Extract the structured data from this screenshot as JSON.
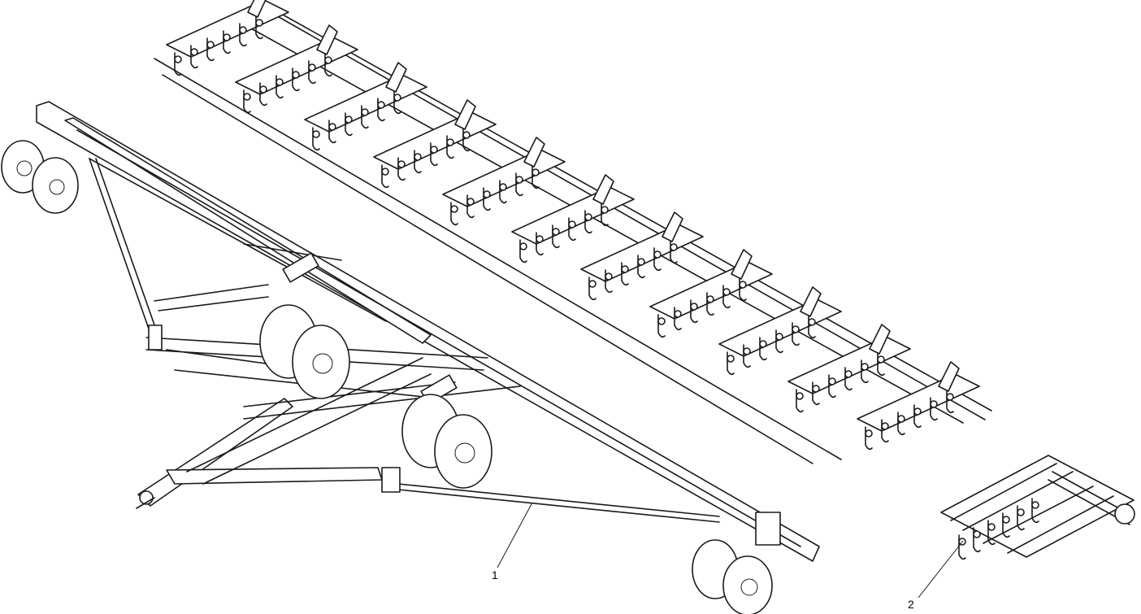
{
  "callouts": [
    {
      "id": "1",
      "label": "1",
      "part": "frame"
    },
    {
      "id": "2",
      "label": "2",
      "part": "shank-section"
    }
  ],
  "colors": {
    "line": "#1a1a1a",
    "background": "#ffffff"
  },
  "rows": {
    "main_gangs": 11,
    "spring_tines_per_gang": 6
  }
}
